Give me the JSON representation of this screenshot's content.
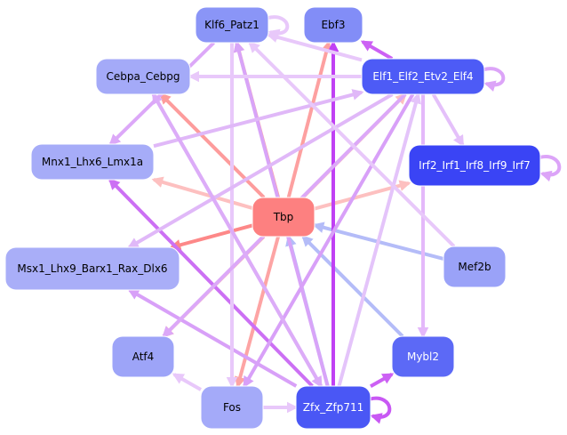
{
  "title": "Transcription factor regulatory network",
  "nodes": [
    {
      "id": "Klf6_Patz1",
      "label": "Klf6_Patz1",
      "fill": "#8a95f7",
      "text": "#000000"
    },
    {
      "id": "Ebf3",
      "label": "Ebf3",
      "fill": "#828df7",
      "text": "#000000"
    },
    {
      "id": "Cebpa_Cebpg",
      "label": "Cebpa_Cebpg",
      "fill": "#a4aaf8",
      "text": "#000000"
    },
    {
      "id": "Elf1_Elf2_Etv2_Elf4",
      "label": "Elf1_Elf2_Etv2_Elf4",
      "fill": "#4d5bf6",
      "text": "#ffffff"
    },
    {
      "id": "Mnx1_Lhx6_Lmx1a",
      "label": "Mnx1_Lhx6_Lmx1a",
      "fill": "#a6acf8",
      "text": "#000000"
    },
    {
      "id": "Irf2_Irf1_Irf8_Irf9_Irf7",
      "label": "Irf2_Irf1_Irf8_Irf9_Irf7",
      "fill": "#3a44f5",
      "text": "#ffffff"
    },
    {
      "id": "Tbp",
      "label": "Tbp",
      "fill": "#fd8080",
      "text": "#000000"
    },
    {
      "id": "Msx1_Lhx9_Barx1_Rax_Dlx6",
      "label": "Msx1_Lhx9_Barx1_Rax_Dlx6",
      "fill": "#a9aef8",
      "text": "#000000"
    },
    {
      "id": "Mef2b",
      "label": "Mef2b",
      "fill": "#9aa2f8",
      "text": "#000000"
    },
    {
      "id": "Atf4",
      "label": "Atf4",
      "fill": "#9da4f8",
      "text": "#000000"
    },
    {
      "id": "Mybl2",
      "label": "Mybl2",
      "fill": "#5c69f6",
      "text": "#ffffff"
    },
    {
      "id": "Fos",
      "label": "Fos",
      "fill": "#a4aaf9",
      "text": "#000000"
    },
    {
      "id": "Zfx_Zfp711",
      "label": "Zfx_Zfp711",
      "fill": "#4a57f5",
      "text": "#ffffff"
    }
  ],
  "edges": [
    {
      "from": "Tbp",
      "to": "Klf6_Patz1",
      "color": "#fda0a0"
    },
    {
      "from": "Tbp",
      "to": "Ebf3",
      "color": "#fda0a0"
    },
    {
      "from": "Tbp",
      "to": "Cebpa_Cebpg",
      "color": "#fd9c9c"
    },
    {
      "from": "Tbp",
      "to": "Elf1_Elf2_Etv2_Elf4",
      "color": "#fdc0c0"
    },
    {
      "from": "Tbp",
      "to": "Mnx1_Lhx6_Lmx1a",
      "color": "#fdc0c0"
    },
    {
      "from": "Tbp",
      "to": "Irf2_Irf1_Irf8_Irf9_Irf7",
      "color": "#fdc0c0"
    },
    {
      "from": "Tbp",
      "to": "Msx1_Lhx9_Barx1_Rax_Dlx6",
      "color": "#fd8888"
    },
    {
      "from": "Tbp",
      "to": "Atf4",
      "color": "#fdb4b4"
    },
    {
      "from": "Tbp",
      "to": "Fos",
      "color": "#fda4a4"
    },
    {
      "from": "Mef2b",
      "to": "Tbp",
      "color": "#b4bcf8"
    },
    {
      "from": "Mybl2",
      "to": "Tbp",
      "color": "#b4bcf8"
    },
    {
      "from": "Zfx_Zfp711",
      "to": "Tbp",
      "color": "#b4bcf8"
    },
    {
      "from": "Zfx_Zfp711",
      "to": "Ebf3",
      "color": "#c040f4"
    },
    {
      "from": "Zfx_Zfp711",
      "to": "Mnx1_Lhx6_Lmx1a",
      "color": "#cc70f4"
    },
    {
      "from": "Zfx_Zfp711",
      "to": "Klf6_Patz1",
      "color": "#d8a4f8"
    },
    {
      "from": "Zfx_Zfp711",
      "to": "Cebpa_Cebpg",
      "color": "#dcb0f8"
    },
    {
      "from": "Zfx_Zfp711",
      "to": "Elf1_Elf2_Etv2_Elf4",
      "color": "#e4c4fa"
    },
    {
      "from": "Zfx_Zfp711",
      "to": "Mybl2",
      "color": "#cc60f4"
    },
    {
      "from": "Zfx_Zfp711",
      "to": "Msx1_Lhx9_Barx1_Rax_Dlx6",
      "color": "#d8a0f8"
    },
    {
      "from": "Zfx_Zfp711",
      "to": "Zfx_Zfp711",
      "color": "#c858f4"
    },
    {
      "from": "Fos",
      "to": "Zfx_Zfp711",
      "color": "#e8c8fa"
    },
    {
      "from": "Fos",
      "to": "Atf4",
      "color": "#e8c8fa"
    },
    {
      "from": "Klf6_Patz1",
      "to": "Fos",
      "color": "#e8c8fa"
    },
    {
      "from": "Klf6_Patz1",
      "to": "Mnx1_Lhx6_Lmx1a",
      "color": "#dca8f8"
    },
    {
      "from": "Klf6_Patz1",
      "to": "Klf6_Patz1",
      "color": "#e8c8fa"
    },
    {
      "from": "Elf1_Elf2_Etv2_Elf4",
      "to": "Ebf3",
      "color": "#cc60f4"
    },
    {
      "from": "Elf1_Elf2_Etv2_Elf4",
      "to": "Klf6_Patz1",
      "color": "#e8c8fa"
    },
    {
      "from": "Elf1_Elf2_Etv2_Elf4",
      "to": "Cebpa_Cebpg",
      "color": "#e8c8fa"
    },
    {
      "from": "Elf1_Elf2_Etv2_Elf4",
      "to": "Irf2_Irf1_Irf8_Irf9_Irf7",
      "color": "#e4c0fa"
    },
    {
      "from": "Elf1_Elf2_Etv2_Elf4",
      "to": "Msx1_Lhx9_Barx1_Rax_Dlx6",
      "color": "#e0b8f8"
    },
    {
      "from": "Elf1_Elf2_Etv2_Elf4",
      "to": "Atf4",
      "color": "#dca8f8"
    },
    {
      "from": "Elf1_Elf2_Etv2_Elf4",
      "to": "Fos",
      "color": "#d8a0f8"
    },
    {
      "from": "Elf1_Elf2_Etv2_Elf4",
      "to": "Mybl2",
      "color": "#e4b8fa"
    },
    {
      "from": "Elf1_Elf2_Etv2_Elf4",
      "to": "Elf1_Elf2_Etv2_Elf4",
      "color": "#dca4f8"
    },
    {
      "from": "Mnx1_Lhx6_Lmx1a",
      "to": "Elf1_Elf2_Etv2_Elf4",
      "color": "#e0b8f8"
    },
    {
      "from": "Mef2b",
      "to": "Klf6_Patz1",
      "color": "#e8c8fa"
    },
    {
      "from": "Irf2_Irf1_Irf8_Irf9_Irf7",
      "to": "Irf2_Irf1_Irf8_Irf9_Irf7",
      "color": "#dca4f8"
    },
    {
      "from": "Cebpa_Cebpg",
      "to": "Zfx_Zfp711",
      "color": "#dcacf8"
    }
  ]
}
